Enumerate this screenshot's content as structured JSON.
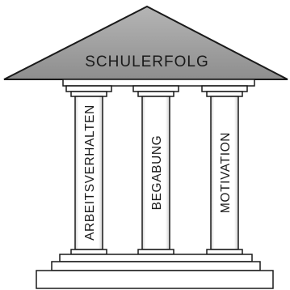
{
  "roof": {
    "label": "SCHULERFOLG"
  },
  "pillars": [
    {
      "label": "ARBEITSVERHALTEN"
    },
    {
      "label": "BEGABUNG"
    },
    {
      "label": "MOTIVATION"
    }
  ],
  "colors": {
    "roof_fill": "#9a9a9a",
    "outline": "#1a1a1a",
    "pillar_fill": "#ffffff",
    "pillar_shade": "#d4d4d4",
    "base_fill": "#ffffff"
  }
}
